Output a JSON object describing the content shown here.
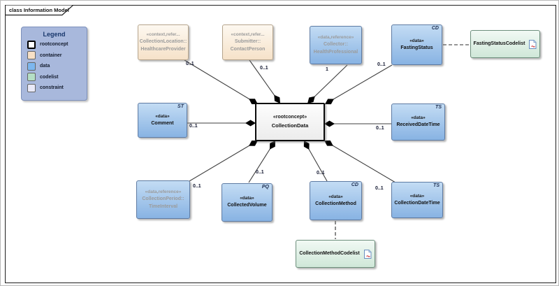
{
  "frame": {
    "tab_label": "class Information Model"
  },
  "legend": {
    "title": "Legend",
    "items": [
      {
        "label": "rootconcept",
        "color": "#ffffff"
      },
      {
        "label": "container",
        "color": "#f7e0c6"
      },
      {
        "label": "data",
        "color": "#7db7ef"
      },
      {
        "label": "codelist",
        "color": "#b5dfc5"
      },
      {
        "label": "constraint",
        "color": "#e9e9f8"
      }
    ]
  },
  "central": {
    "stereotype": "«rootconcept»",
    "name": "CollectionData"
  },
  "nodes": {
    "healthcare_provider": {
      "stereotype": "«context,refer...",
      "qualifier": "CollectionLocation::",
      "name": "HealthcareProvider"
    },
    "contact_person": {
      "stereotype": "«context,refer...",
      "qualifier": "Submitter::",
      "name": "ContactPerson"
    },
    "health_professional": {
      "stereotype": "«data,reference»",
      "qualifier": "Collector::",
      "name": "HealthProfessional"
    },
    "fasting_status": {
      "stereotype": "«data»",
      "name": "FastingStatus",
      "type_badge": "CD"
    },
    "comment": {
      "stereotype": "«data»",
      "name": "Comment",
      "type_badge": "ST"
    },
    "received_datetime": {
      "stereotype": "«data»",
      "name": "ReceivedDateTime",
      "type_badge": "TS"
    },
    "time_interval": {
      "stereotype": "«data,reference»",
      "qualifier": "CollectionPeriod::",
      "name": "TimeInterval"
    },
    "collected_volume": {
      "stereotype": "«data»",
      "name": "CollectedVolume",
      "type_badge": "PQ"
    },
    "collection_method": {
      "stereotype": "«data»",
      "name": "CollectionMethod",
      "type_badge": "CD"
    },
    "collection_datetime": {
      "stereotype": "«data»",
      "name": "CollectionDateTime",
      "type_badge": "TS"
    },
    "fasting_status_codelist": {
      "name": "FastingStatusCodelist"
    },
    "collection_method_codelist": {
      "name": "CollectionMethodCodelist"
    }
  },
  "multiplicities": {
    "healthcare_provider": "0..1",
    "contact_person": "0..1",
    "health_professional": "1",
    "fasting_status": "0..1",
    "comment": "0..1",
    "received_datetime": "0..1",
    "time_interval": "0..1",
    "collected_volume": "0..1",
    "collection_method": "0..1",
    "collection_datetime": "0..1"
  },
  "palette": {
    "data_fill": "#88b3e3",
    "container_fill": "#f6e2c9",
    "codelist_fill": "#cfe7d8",
    "constraint_fill": "#e9e9f8",
    "legend_fill": "#a8b8dc",
    "reference_text": "#9b9b9b",
    "connector": "#3f3f3f"
  }
}
